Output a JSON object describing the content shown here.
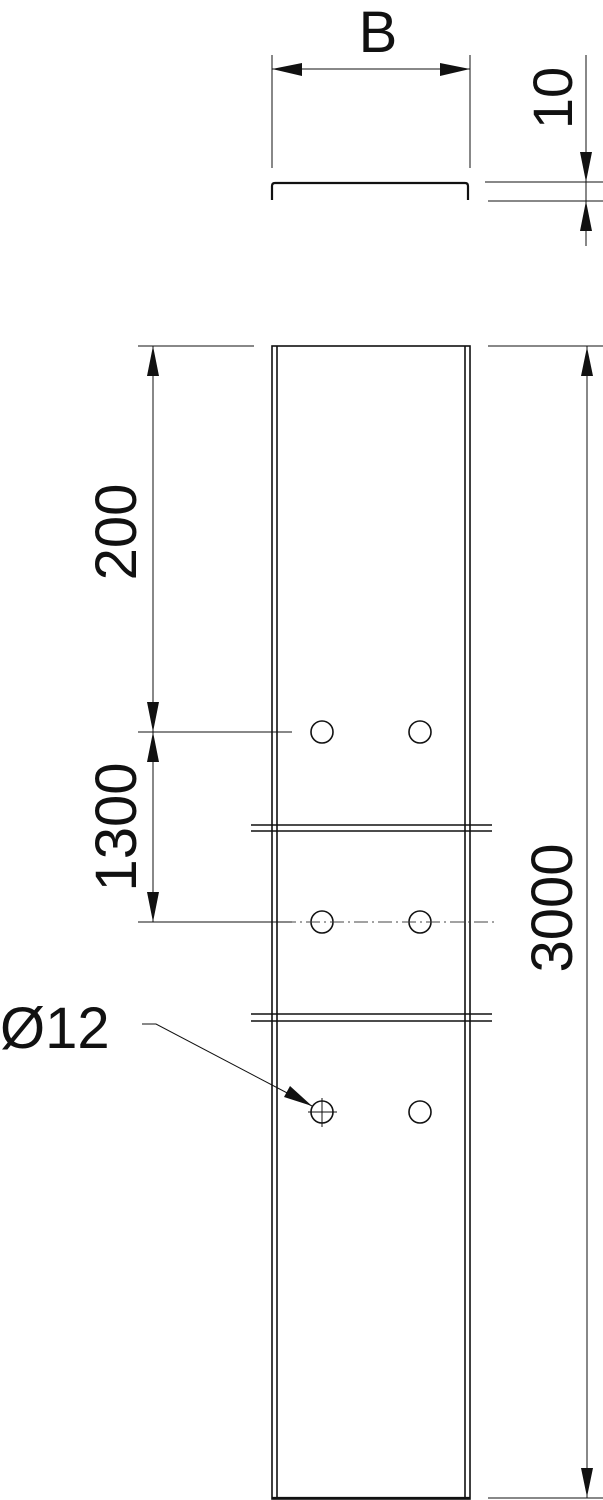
{
  "drawing": {
    "type": "technical-drawing",
    "subject": "cable tray cover / joint strip with connector holes",
    "colors": {
      "line": "#111111",
      "background": "#ffffff",
      "centerline": "#444444"
    }
  },
  "dimensions": {
    "width": {
      "label": "B"
    },
    "flange_height": {
      "label": "10"
    },
    "top_to_first_holes": {
      "label": "200"
    },
    "hole_spacing": {
      "label": "1300"
    },
    "overall_length": {
      "label": "3000"
    },
    "hole_diameter": {
      "label": "Ø12"
    }
  },
  "features": {
    "hole_rows": 3,
    "holes_per_row": 2,
    "connector_straps": 2
  }
}
